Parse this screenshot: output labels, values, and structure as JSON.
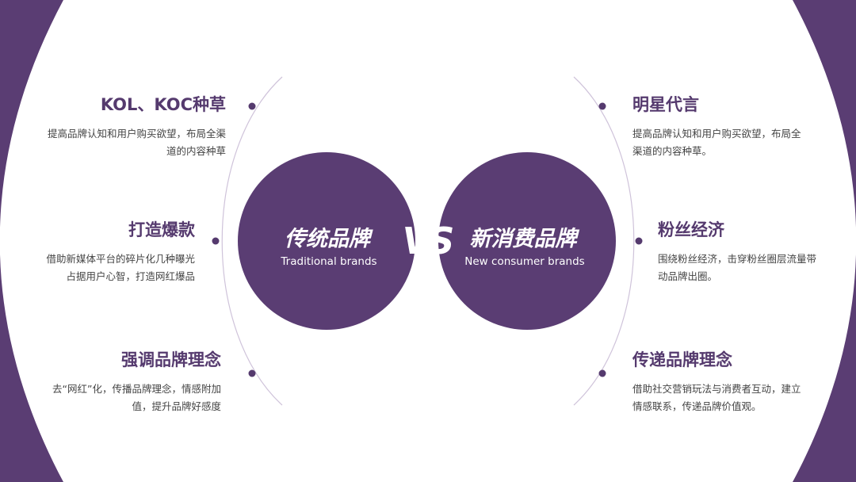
{
  "colors": {
    "primary": "#5a3d73",
    "overlap": "#7b5a98",
    "title": "#553a6e",
    "text": "#444444",
    "arc": "#cfc3da",
    "dot": "#553a6e",
    "background": "#ffffff"
  },
  "center": {
    "left_title": "传统品牌",
    "left_subtitle": "Traditional brands",
    "vs": "VS",
    "right_title": "新消费品牌",
    "right_subtitle": "New consumer brands"
  },
  "left_items": [
    {
      "title": "KOL、KOC种草",
      "desc": "提高品牌认知和用户购买欲望，布局全渠道的内容种草"
    },
    {
      "title": "打造爆款",
      "desc": "借助新媒体平台的碎片化几种曝光占据用户心智，打造网红爆品"
    },
    {
      "title": "强调品牌理念",
      "desc": "去“网红”化，传播品牌理念，情感附加值，提升品牌好感度"
    }
  ],
  "right_items": [
    {
      "title": "明星代言",
      "desc": "提高品牌认知和用户购买欲望，布局全渠道的内容种草。"
    },
    {
      "title": "粉丝经济",
      "desc": "围绕粉丝经济，击穿粉丝圈层流量带动品牌出圈。"
    },
    {
      "title": "传递品牌理念",
      "desc": "借助社交营销玩法与消费者互动，建立情感联系，传递品牌价值观。"
    }
  ]
}
